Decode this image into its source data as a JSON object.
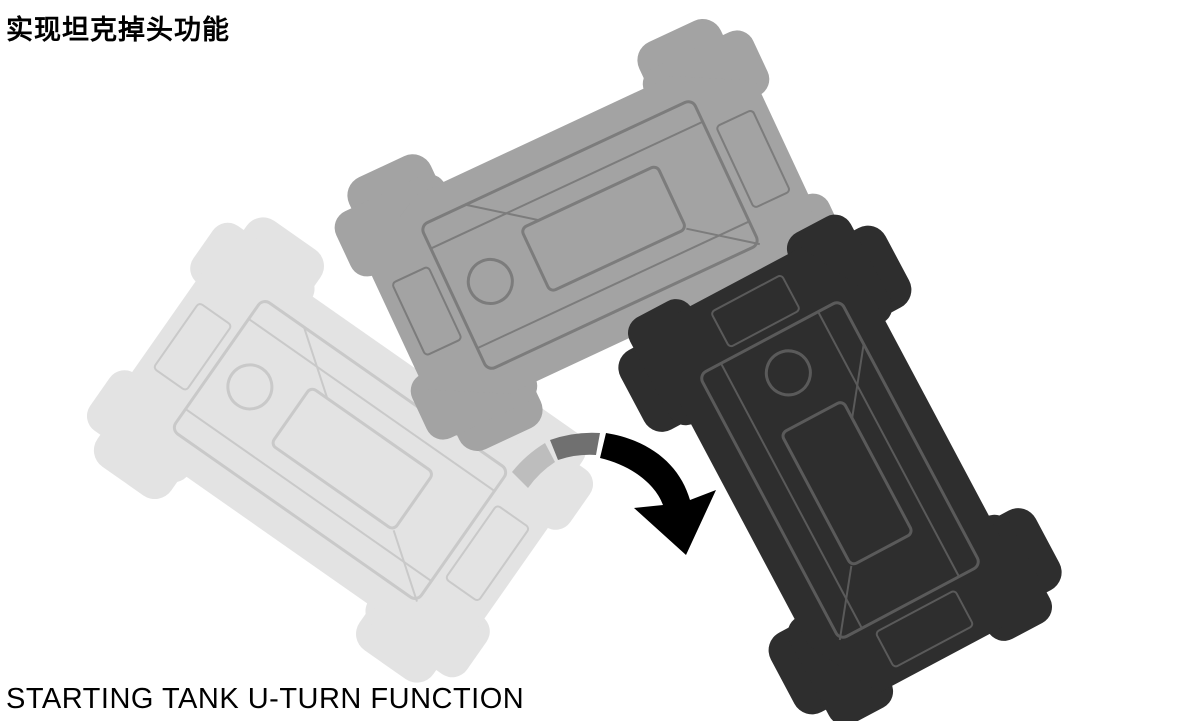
{
  "heading_cn": "实现坦克掉头功能",
  "heading_en": "STARTING TANK U-TURN FUNCTION",
  "illustration": {
    "subject": "chassis-top-view",
    "stages": 3,
    "colors": {
      "stage_light": "#e2e2e2",
      "stage_mid": "#9a9a9a",
      "stage_dark": "#2b2b2b",
      "arrow": "#000000",
      "arrow_tail_light": "#b8b8b8",
      "arrow_tail_mid": "#6e6e6e"
    }
  }
}
